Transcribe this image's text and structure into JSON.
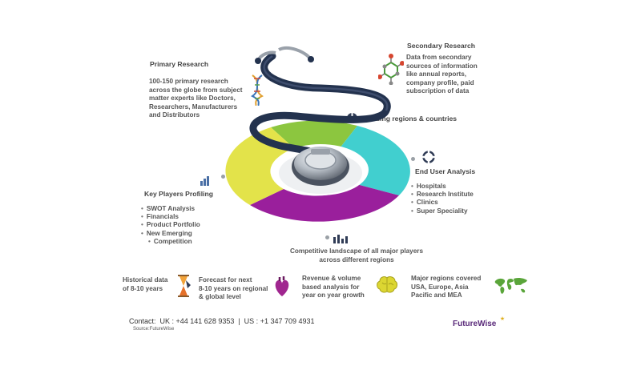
{
  "primary": {
    "title": "Primary  Research",
    "lines": [
      "100-150 primary research",
      "across the globe from subject",
      "matter experts like Doctors,",
      "Researchers, Manufacturers",
      "and Distributors"
    ]
  },
  "secondary": {
    "title": "Secondary Research",
    "lines": [
      "Data from secondary",
      "sources of information",
      "like annual reports,",
      "company profile, paid",
      "subscription of data"
    ]
  },
  "leading_regions": {
    "label": "Leading regions & countries"
  },
  "end_user": {
    "title": "End User Analysis",
    "items": [
      "Hospitals",
      "Research Institute",
      "Clinics",
      "Super Speciality"
    ]
  },
  "key_players": {
    "title": "Key Players Profiling",
    "items": [
      "SWOT Analysis",
      "Financials",
      "Product Portfolio",
      "New Emerging",
      "Competition"
    ]
  },
  "competitive": {
    "lines": [
      "Competitive landscape of all major players",
      "across different regions"
    ]
  },
  "bottom": {
    "historical": [
      "Historical data",
      "of 8-10 years"
    ],
    "forecast": [
      "Forecast for next",
      "8-10 years on regional",
      "& global level"
    ],
    "revenue": [
      "Revenue & volume",
      "based analysis for",
      "year on year growth"
    ],
    "regions": [
      "Major regions covered",
      "USA, Europe, Asia",
      "Pacific and MEA"
    ]
  },
  "contact": {
    "text": "Contact:  UK : +44 141 628 9353  |  US : +1 347 709 4931",
    "source": "Source:FutureWise"
  },
  "brand": {
    "name": "FutureWise"
  },
  "colors": {
    "green": "#8cc63f",
    "cyan": "#41cfcf",
    "purple": "#9a1f9c",
    "yellow": "#e3e34a",
    "navy": "#23324e"
  }
}
